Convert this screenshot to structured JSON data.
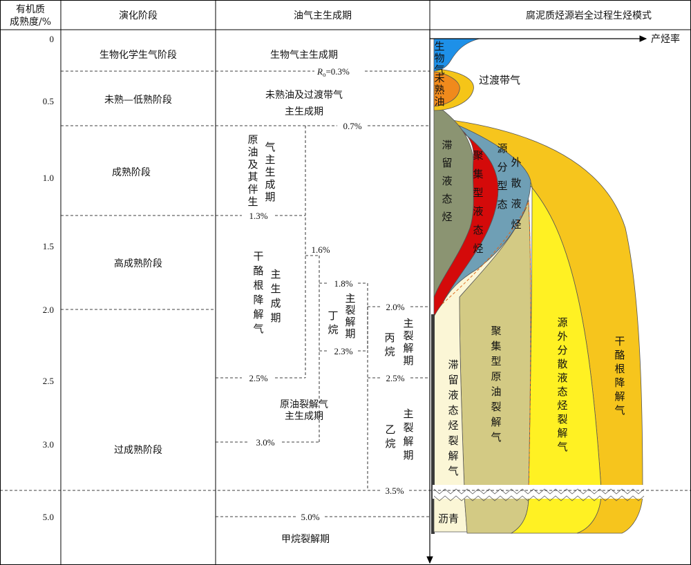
{
  "header": {
    "col1": [
      "有机质",
      "成熟度/%"
    ],
    "col2": "演化阶段",
    "col3": "油气主生成期",
    "col4": "腐泥质烃源岩全过程生烃模式"
  },
  "axis": {
    "ticks": [
      "0",
      "0.5",
      "1.0",
      "1.5",
      "2.0",
      "2.5",
      "3.0",
      "5.0"
    ],
    "x_label": "产烃率"
  },
  "stages": [
    "生物化学生气阶段",
    "未熟—低熟阶段",
    "成熟阶段",
    "高成熟阶段",
    "过成熟阶段"
  ],
  "periods": {
    "bio_gas": "生物气主生成期",
    "immature_oil": [
      "未熟油及过渡带气",
      "主生成期"
    ],
    "crude_oil": [
      "原",
      "油",
      "及",
      "其",
      "伴",
      "生"
    ],
    "gas_main": [
      "气",
      "主",
      "生",
      "成",
      "期"
    ],
    "kerogen_gas_left": [
      "干",
      "酪",
      "根",
      "降",
      "解",
      "气"
    ],
    "kerogen_gas_right": [
      "主",
      "生",
      "成",
      "期"
    ],
    "butane": [
      "丁",
      "烷"
    ],
    "butane_crack": [
      "主",
      "裂",
      "解",
      "期"
    ],
    "propane": [
      "丙",
      "烷"
    ],
    "propane_crack": [
      "主",
      "裂",
      "解",
      "期"
    ],
    "ethane": [
      "乙",
      "烷"
    ],
    "ethane_crack": [
      "主",
      "裂",
      "解",
      "期"
    ],
    "oil_crack": [
      "原油裂解气",
      "主生成期"
    ],
    "methane_crack": "甲烷裂解期"
  },
  "ro_labels": {
    "r_symbol": "R",
    "r_sub": "o",
    "r03": "=0.3%",
    "r07": "0.7%",
    "r13": "1.3%",
    "r16": "1.6%",
    "r18": "1.8%",
    "r20": "2.0%",
    "r23": "2.3%",
    "r25a": "2.5%",
    "r25b": "2.5%",
    "r30": "3.0%",
    "r35": "3.5%",
    "r50": "5.0%"
  },
  "model_labels": {
    "bio_gas": [
      "生",
      "物",
      "气"
    ],
    "immature_oil": [
      "未",
      "熟",
      "油"
    ],
    "transition_gas": "过渡带气",
    "retained_liquid": [
      "滞",
      "留",
      "液",
      "态",
      "烃"
    ],
    "aggregated_liquid": [
      "聚",
      "集",
      "型",
      "液",
      "态",
      "烃"
    ],
    "dispersed_liquid_a": [
      "源",
      "分",
      "型",
      "态"
    ],
    "dispersed_liquid_b": [
      "外",
      "散",
      "液",
      "烃"
    ],
    "retained_crack": [
      "滞",
      "留",
      "液",
      "态",
      "烃",
      "裂",
      "解",
      "气"
    ],
    "aggregated_crack": [
      "聚",
      "集",
      "型",
      "原",
      "油",
      "裂",
      "解",
      "气"
    ],
    "dispersed_crack": [
      "源",
      "外",
      "分",
      "散",
      "液",
      "态",
      "烃",
      "裂",
      "解",
      "气"
    ],
    "kerogen_gas": [
      "干",
      "酪",
      "根",
      "降",
      "解",
      "气"
    ],
    "bitumen": "沥青"
  },
  "colors": {
    "bio_gas": "#1e90e8",
    "immature_oil": "#f08a1c",
    "transition_gas": "#f5c518",
    "retained_liquid": "#8b9472",
    "aggregated_liquid": "#d40a0a",
    "dispersed_liquid": "#6f9fb5",
    "retained_crack": "#fbf6d6",
    "aggregated_crack": "#d3ca84",
    "dispersed_crack": "#fff123",
    "kerogen_gas": "#f6c51d",
    "bitumen": "#3a3a3a"
  }
}
